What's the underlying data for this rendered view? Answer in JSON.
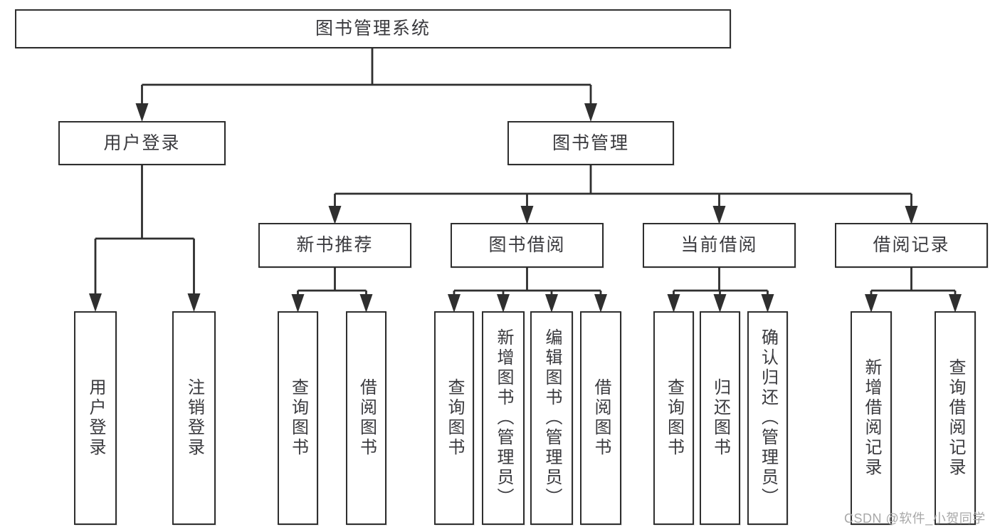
{
  "root": {
    "label": "图书管理系统"
  },
  "level2": {
    "user_login": {
      "label": "用户登录"
    },
    "book_management": {
      "label": "图书管理"
    }
  },
  "level3": {
    "new_book_recommend": {
      "label": "新书推荐"
    },
    "book_borrowing": {
      "label": "图书借阅"
    },
    "current_borrowing": {
      "label": "当前借阅"
    },
    "borrowing_records": {
      "label": "借阅记录"
    }
  },
  "leaves": {
    "user_login_group": [
      {
        "label": "用户登录"
      },
      {
        "label": "注销登录"
      }
    ],
    "new_book_group": [
      {
        "label": "查询图书"
      },
      {
        "label": "借阅图书"
      }
    ],
    "book_borrowing_group": [
      {
        "label": "查询图书"
      },
      {
        "label": "新增图书（管理员）"
      },
      {
        "label": "编辑图书（管理员）"
      },
      {
        "label": "借阅图书"
      }
    ],
    "current_borrowing_group": [
      {
        "label": "查询图书"
      },
      {
        "label": "归还图书"
      },
      {
        "label": "确认归还（管理员）"
      }
    ],
    "records_group": [
      {
        "label": "新增借阅记录"
      },
      {
        "label": "查询借阅记录"
      }
    ]
  },
  "watermark": "CSDN @软件_小贺同学",
  "colors": {
    "line": "#2f2f2f",
    "text": "#3a3a3e",
    "watermark": "#a8a8a8",
    "background": "#ffffff"
  }
}
